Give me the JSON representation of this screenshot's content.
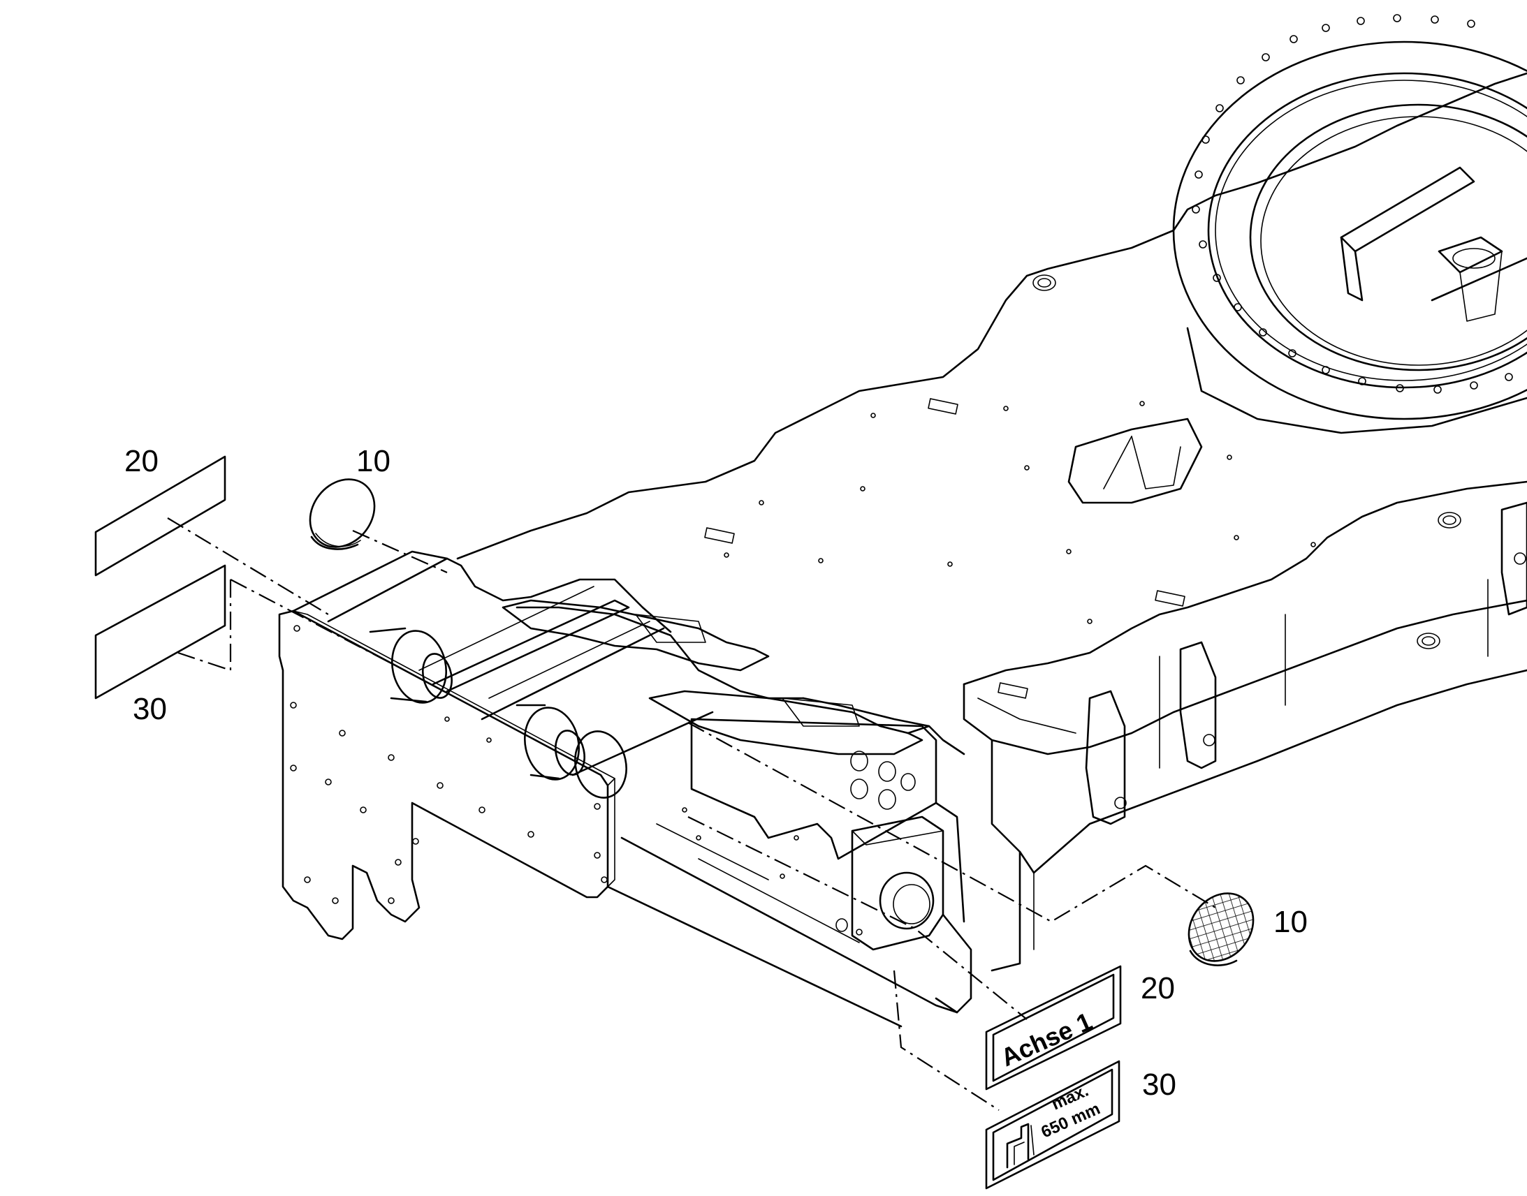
{
  "callouts": [
    {
      "id": "cap-left",
      "label": "10"
    },
    {
      "id": "decal-achse-left",
      "label": "20"
    },
    {
      "id": "decal-height-left",
      "label": "30"
    },
    {
      "id": "cap-right",
      "label": "10"
    },
    {
      "id": "decal-achse-right",
      "label": "20"
    },
    {
      "id": "decal-height-right",
      "label": "30"
    }
  ],
  "decals": {
    "achse": {
      "text": "Achse 1"
    },
    "height": {
      "line1": "max.",
      "line2": "650 mm"
    }
  }
}
